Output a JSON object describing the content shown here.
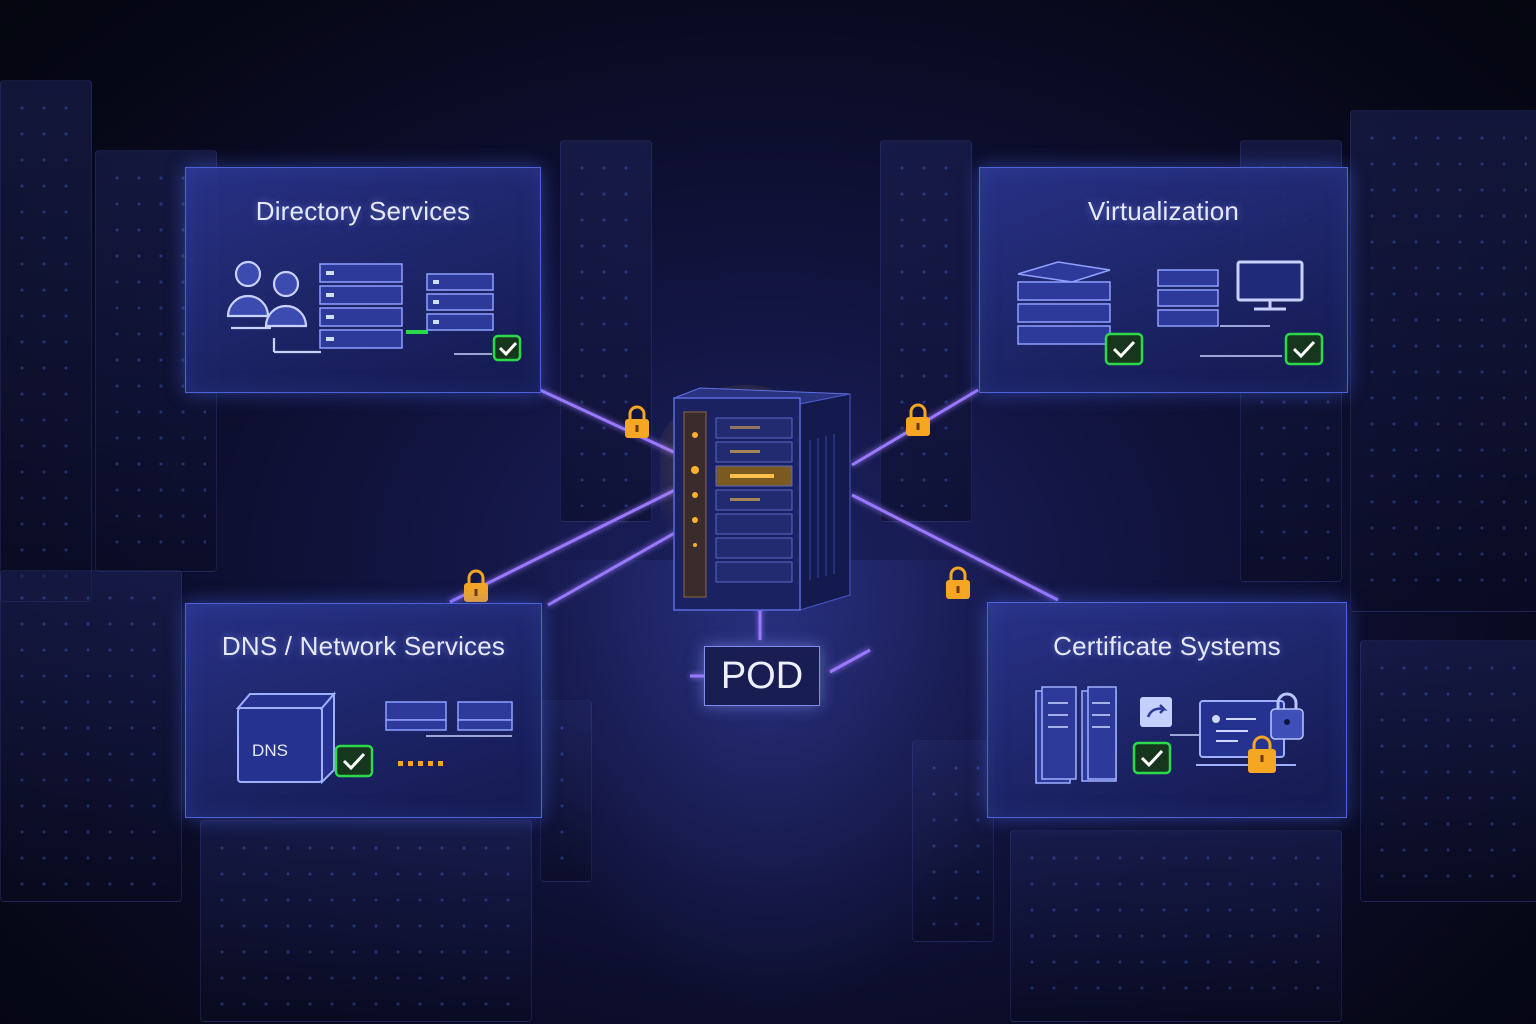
{
  "hub": {
    "label": "POD"
  },
  "panels": {
    "directory": {
      "title": "Directory Services"
    },
    "virtualization": {
      "title": "Virtualization"
    },
    "dns": {
      "title": "DNS / Network Services",
      "box_label": "DNS"
    },
    "certificates": {
      "title": "Certificate Systems"
    }
  },
  "colors": {
    "accent": "#4e63d8",
    "link": "#9a78ff",
    "lock": "#f5a623",
    "check": "#2bd94a",
    "server_glow": "#ffb02e"
  },
  "icons": [
    "users-icon",
    "server-stack-icon",
    "check-icon",
    "monitor-icon",
    "dns-box-icon",
    "certificate-icon",
    "lock-icon",
    "share-icon"
  ]
}
